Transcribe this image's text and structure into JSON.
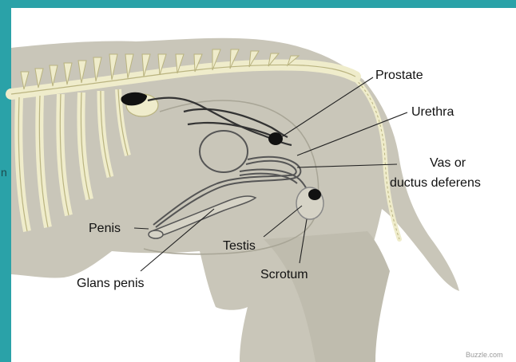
{
  "labels": {
    "prostate": "Prostate",
    "urethra": "Urethra",
    "vas_line1": "Vas or",
    "vas_line2": "ductus deferens",
    "penis": "Penis",
    "testis": "Testis",
    "scrotum": "Scrotum",
    "glans": "Glans penis"
  },
  "credit": "Buzzle.com",
  "edge_mark": "n",
  "colors": {
    "frame": "#2aa2a8",
    "body": "#c9c6b9",
    "bone": "#efeccb",
    "bone_stroke": "#b9b37f",
    "organ_stroke": "#555555",
    "dark": "#111111"
  }
}
